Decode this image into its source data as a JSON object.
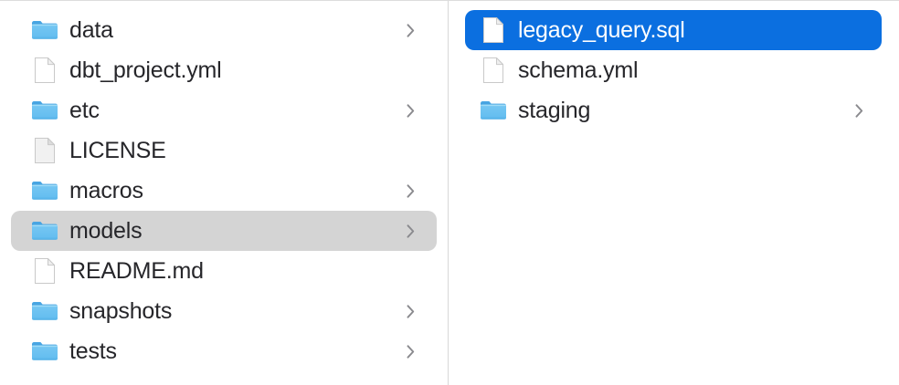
{
  "app": {
    "name": "finder-column-view",
    "view_mode": "column"
  },
  "colors": {
    "selection_active": "#0b6fe0",
    "selection_inactive": "#d4d4d4",
    "folder_icon": "#54b9f0",
    "text": "#26262a",
    "text_selected": "#ffffff",
    "divider": "#d8d8d8",
    "background": "#ffffff"
  },
  "columns": [
    {
      "name": "project-root-column",
      "items": [
        {
          "label": "data",
          "kind": "folder",
          "icon": "folder-icon",
          "has_chevron": true,
          "selected": "none"
        },
        {
          "label": "dbt_project.yml",
          "kind": "file",
          "icon": "document-icon",
          "has_chevron": false,
          "selected": "none"
        },
        {
          "label": "etc",
          "kind": "folder",
          "icon": "folder-icon",
          "has_chevron": true,
          "selected": "none"
        },
        {
          "label": "LICENSE",
          "kind": "file",
          "icon": "document-plain-icon",
          "has_chevron": false,
          "selected": "none"
        },
        {
          "label": "macros",
          "kind": "folder",
          "icon": "folder-icon",
          "has_chevron": true,
          "selected": "none"
        },
        {
          "label": "models",
          "kind": "folder",
          "icon": "folder-icon",
          "has_chevron": true,
          "selected": "inactive"
        },
        {
          "label": "README.md",
          "kind": "file",
          "icon": "document-icon",
          "has_chevron": false,
          "selected": "none"
        },
        {
          "label": "snapshots",
          "kind": "folder",
          "icon": "folder-icon",
          "has_chevron": true,
          "selected": "none"
        },
        {
          "label": "tests",
          "kind": "folder",
          "icon": "folder-icon",
          "has_chevron": true,
          "selected": "none"
        }
      ]
    },
    {
      "name": "models-column",
      "items": [
        {
          "label": "legacy_query.sql",
          "kind": "file",
          "icon": "document-icon",
          "has_chevron": false,
          "selected": "active"
        },
        {
          "label": "schema.yml",
          "kind": "file",
          "icon": "document-icon",
          "has_chevron": false,
          "selected": "none"
        },
        {
          "label": "staging",
          "kind": "folder",
          "icon": "folder-icon",
          "has_chevron": true,
          "selected": "none"
        }
      ]
    }
  ]
}
